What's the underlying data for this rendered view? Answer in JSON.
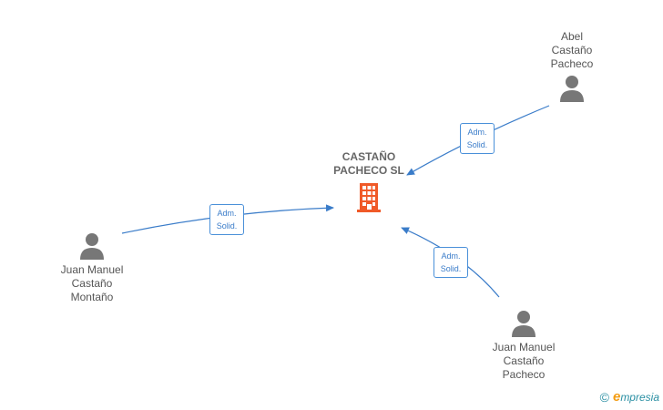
{
  "company": {
    "name": "CASTAÑO\nPACHECO  SL",
    "icon": "building-icon",
    "icon_color": "#f05a28"
  },
  "persons": [
    {
      "id": "abel",
      "name": "Abel\nCastaño\nPacheco",
      "icon": "person-icon"
    },
    {
      "id": "juan-montano",
      "name": "Juan Manuel\nCastaño\nMontaño",
      "icon": "person-icon"
    },
    {
      "id": "juan-pacheco",
      "name": "Juan Manuel\nCastaño\nPacheco",
      "icon": "person-icon"
    }
  ],
  "edges": [
    {
      "from": "abel",
      "to": "company",
      "label_line1": "Adm.",
      "label_line2": "Solid."
    },
    {
      "from": "juan-montano",
      "to": "company",
      "label_line1": "Adm.",
      "label_line2": "Solid."
    },
    {
      "from": "juan-pacheco",
      "to": "company",
      "label_line1": "Adm.",
      "label_line2": "Solid."
    }
  ],
  "colors": {
    "edge": "#3a7cc9",
    "person": "#777777",
    "text": "#555555"
  },
  "footer": {
    "copyright": "©",
    "brand_first": "e",
    "brand_rest": "mpresia"
  }
}
